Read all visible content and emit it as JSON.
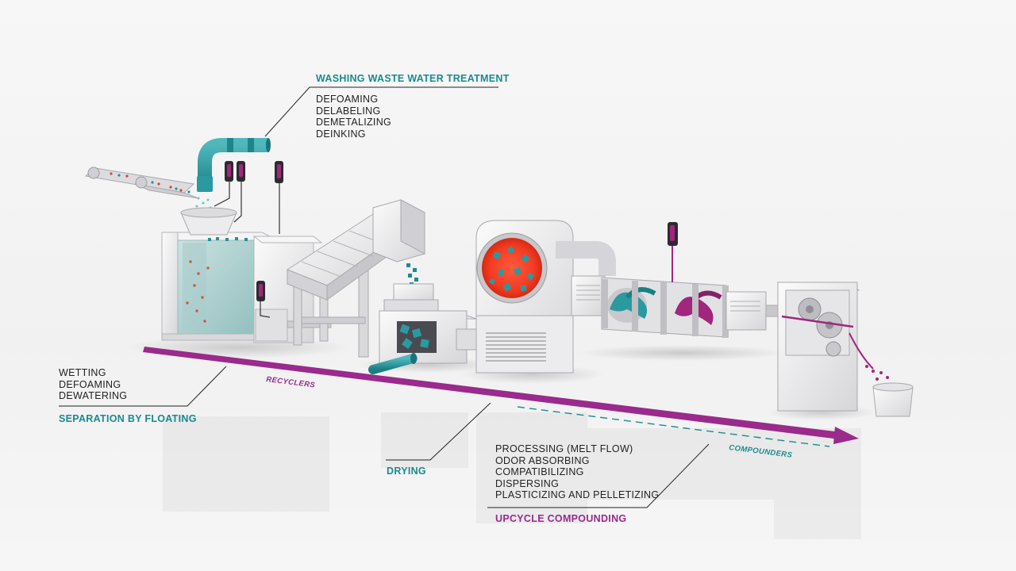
{
  "colors": {
    "teal": "#1a8a8f",
    "purple": "#9a2a8c",
    "machine": "#e8e8ea",
    "water": "#b9d7d6"
  },
  "stages": {
    "washing": {
      "title": "WASHING WASTE WATER TREATMENT",
      "items": [
        "DEFOAMING",
        "DELABELING",
        "DEMETALIZING",
        "DEINKING"
      ]
    },
    "floating": {
      "title": "SEPARATION BY FLOATING",
      "items": [
        "WETTING",
        "DEFOAMING",
        "DEWATERING"
      ]
    },
    "drying": {
      "title": "DRYING"
    },
    "compounding": {
      "title": "UPCYCLE COMPOUNDING",
      "items": [
        "PROCESSING (MELT FLOW)",
        "ODOR ABSORBING",
        "COMPATIBILIZING",
        "DISPERSING",
        "PLASTICIZING AND PELLETIZING"
      ]
    }
  },
  "axis": {
    "recyclers": "RECYCLERS",
    "compounders": "COMPOUNDERS"
  }
}
